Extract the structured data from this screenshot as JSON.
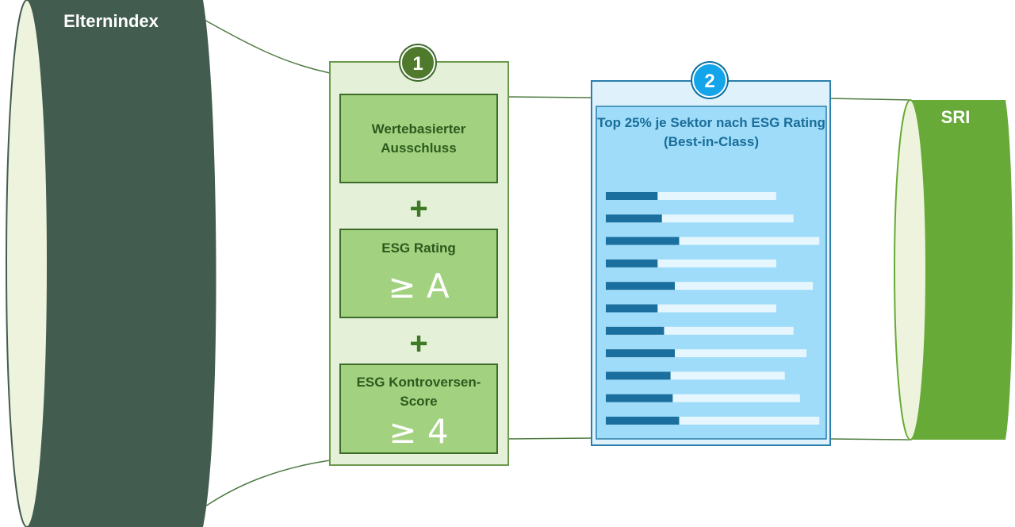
{
  "parent_index": {
    "title": "Elternindex"
  },
  "result_index": {
    "title": "SRI"
  },
  "step1": {
    "badge": "1",
    "criteria": [
      {
        "title": "Wertebasierter Ausschluss",
        "symbol": ""
      },
      {
        "title": "ESG Rating",
        "symbol": "≥ A"
      },
      {
        "title": "ESG Kontroversen-Score",
        "symbol": "≥ 4"
      }
    ],
    "connector": "+"
  },
  "step2": {
    "badge": "2",
    "title": "Top 25% je Sektor nach ESG Rating (Best-in-Class)",
    "ranking_bars": [
      {
        "selected": 0.24,
        "total": 0.79
      },
      {
        "selected": 0.26,
        "total": 0.87
      },
      {
        "selected": 0.34,
        "total": 0.99
      },
      {
        "selected": 0.24,
        "total": 0.79
      },
      {
        "selected": 0.32,
        "total": 0.96
      },
      {
        "selected": 0.24,
        "total": 0.79
      },
      {
        "selected": 0.27,
        "total": 0.87
      },
      {
        "selected": 0.32,
        "total": 0.93
      },
      {
        "selected": 0.3,
        "total": 0.83
      },
      {
        "selected": 0.31,
        "total": 0.9
      },
      {
        "selected": 0.34,
        "total": 0.99
      }
    ]
  },
  "colors": {
    "parent_dark": "#425c4f",
    "parent_light": "#eef3dd",
    "step1_panel": "#e4f0d8",
    "step1_box": "#a2d27f",
    "step2_panel": "#dff2fc",
    "step2_inner": "#9edcfa",
    "bar_dark": "#1a6f9e",
    "bar_light": "#e5f6fe",
    "sri_green": "#67aa37"
  }
}
